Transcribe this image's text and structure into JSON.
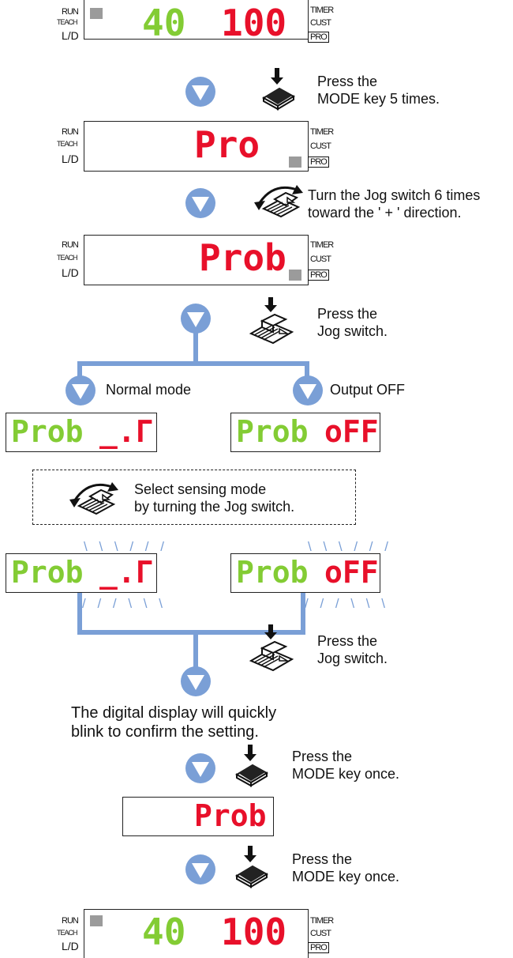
{
  "labels_left": {
    "run": "RUN",
    "teach": "TEACH",
    "ld": "L/D"
  },
  "labels_right": {
    "timer": "TIMER",
    "cust": "CUST",
    "pro": "PRO"
  },
  "displays": {
    "d1": {
      "left": "40",
      "right": "100"
    },
    "d2": {
      "text": "Pro"
    },
    "d3": {
      "text": "Prob"
    },
    "normal": {
      "left": "Prob",
      "right": "_.Γ"
    },
    "off": {
      "left": "Prob",
      "right": "oFF"
    },
    "blink_normal": {
      "left": "Prob",
      "right": "_.Γ"
    },
    "blink_off": {
      "left": "Prob",
      "right": "oFF"
    },
    "d4": {
      "text": "Prob"
    },
    "d5": {
      "left": "40",
      "right": "100"
    }
  },
  "steps": {
    "s1": "Press the\nMODE key 5 times.",
    "s2": "Turn the Jog switch 6 times\ntoward the ' + ' direction.",
    "s3": "Press the\nJog switch.",
    "normal_mode": "Normal mode",
    "output_off": "Output OFF",
    "select": "Select sensing mode\nby turning the Jog switch.",
    "s4": "Press the\nJog switch.",
    "confirm": "The digital display will quickly\nblink to confirm the setting.",
    "s5": "Press the\nMODE key once.",
    "s6": "Press the\nMODE key once."
  },
  "colors": {
    "arrow": "#7a9fd6",
    "red": "#e8102a",
    "green": "#83cc34",
    "indicator": "#9b9b9b"
  }
}
